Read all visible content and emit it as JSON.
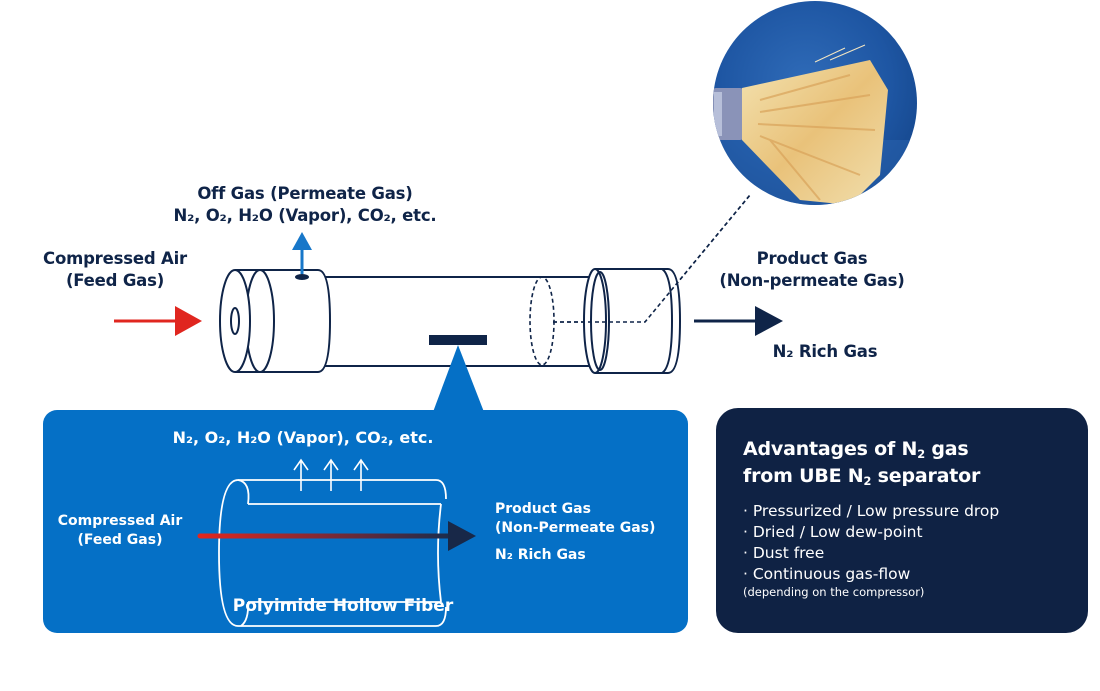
{
  "top": {
    "off_gas_title": "Off Gas (Permeate Gas)",
    "off_gas_components": "N₂, O₂, H₂O (Vapor), CO₂, etc.",
    "feed_line1": "Compressed Air",
    "feed_line2": "(Feed Gas)",
    "product_line1": "Product Gas",
    "product_line2": "(Non-permeate Gas)",
    "product_rich": "N₂ Rich Gas"
  },
  "detail_panel": {
    "components": "N₂, O₂, H₂O (Vapor), CO₂, etc.",
    "feed_line1": "Compressed Air",
    "feed_line2": "(Feed Gas)",
    "product_line1": "Product Gas",
    "product_line2": "(Non-Permeate Gas)",
    "product_rich": "N₂ Rich Gas",
    "caption": "Polyimide Hollow Fiber"
  },
  "advantages": {
    "title_line1_a": "Advantages of N",
    "title_line1_sub": "2",
    "title_line1_b": " gas",
    "title_line2_a": "from UBE N",
    "title_line2_sub": "2",
    "title_line2_b": " separator",
    "items": [
      "· Pressurized / Low pressure drop",
      "· Dried / Low dew-point",
      "· Dust free",
      "· Continuous gas-flow"
    ],
    "note": "(depending on the compressor)"
  },
  "photo": {
    "subject": "hollow-fiber-bundle-photo"
  },
  "colors": {
    "navy": "#0f2448",
    "blue": "#0570c6",
    "red": "#e0261f",
    "dark_box": "#0f2244"
  }
}
